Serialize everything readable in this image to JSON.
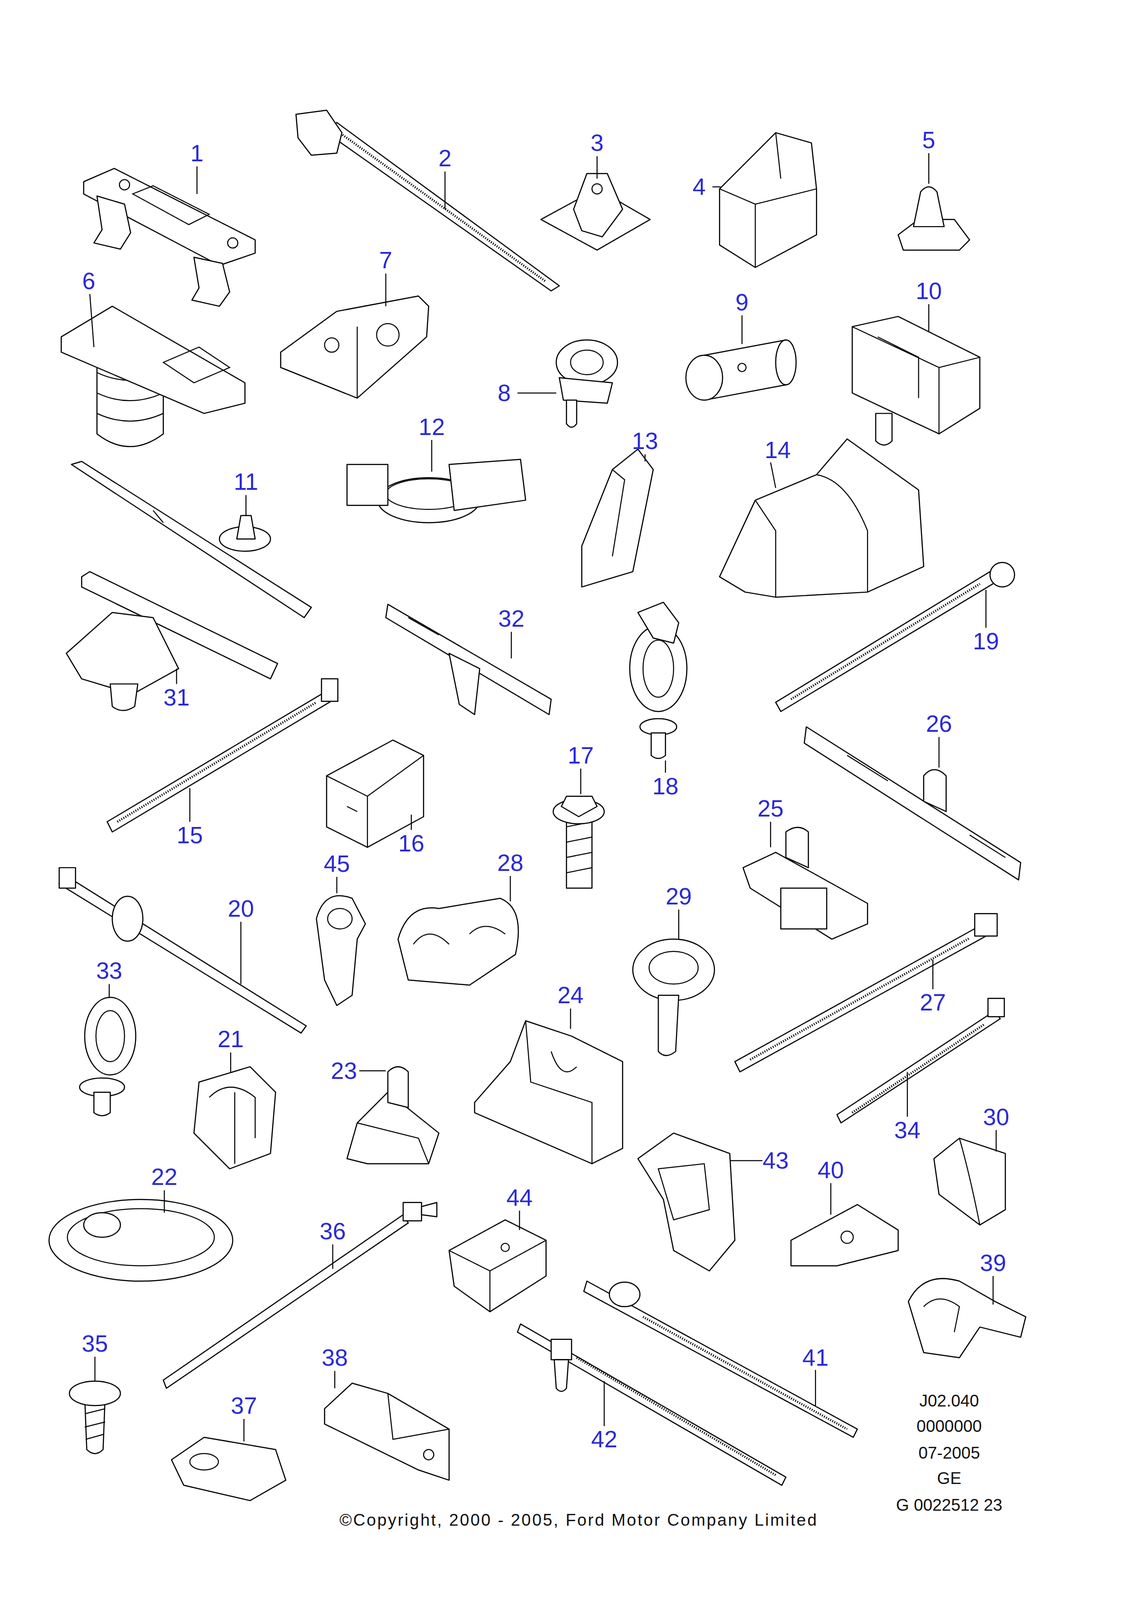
{
  "diagram": {
    "labels": [
      "1",
      "2",
      "3",
      "4",
      "5",
      "6",
      "7",
      "8",
      "9",
      "10",
      "11",
      "12",
      "13",
      "14",
      "15",
      "16",
      "17",
      "18",
      "19",
      "20",
      "21",
      "22",
      "23",
      "24",
      "25",
      "26",
      "27",
      "28",
      "29",
      "30",
      "31",
      "32",
      "33",
      "34",
      "35",
      "36",
      "37",
      "38",
      "39",
      "40",
      "41",
      "42",
      "43",
      "44",
      "45",
      "J02.040",
      "0000000",
      "07-2005",
      "GE",
      "G 0022512 23",
      "©Copyright, 2000 - 2005, Ford Motor Company Limited"
    ]
  }
}
